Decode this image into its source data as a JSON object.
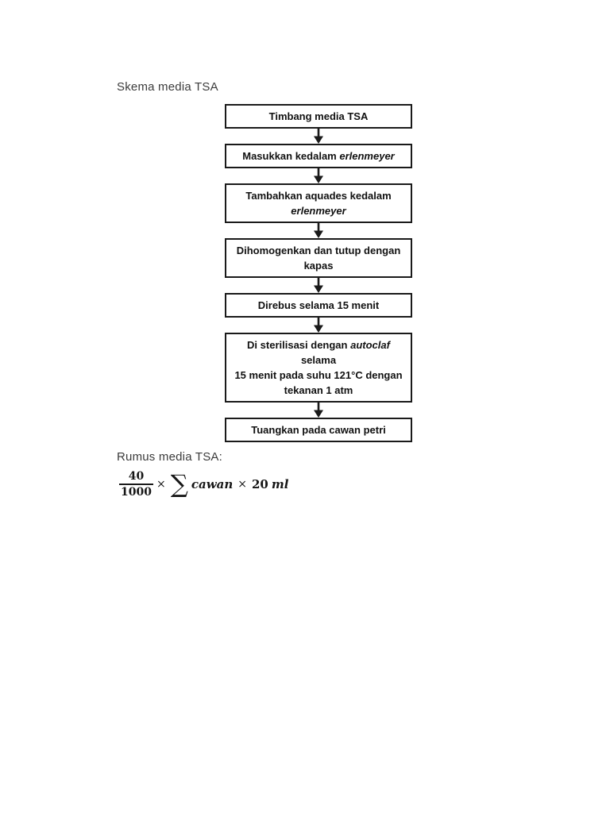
{
  "document": {
    "heading": "Skema media TSA",
    "formula_label": "Rumus media TSA:"
  },
  "flowchart": {
    "steps": [
      {
        "lines": [
          [
            {
              "text": "Timbang media TSA"
            }
          ]
        ]
      },
      {
        "lines": [
          [
            {
              "text": "Masukkan kedalam "
            },
            {
              "text": "erlenmeyer",
              "italic": true
            }
          ]
        ]
      },
      {
        "lines": [
          [
            {
              "text": "Tambahkan aquades kedalam"
            }
          ],
          [
            {
              "text": "erlenmeyer",
              "italic": true
            }
          ]
        ]
      },
      {
        "lines": [
          [
            {
              "text": "Dihomogenkan dan tutup dengan"
            }
          ],
          [
            {
              "text": "kapas"
            }
          ]
        ]
      },
      {
        "lines": [
          [
            {
              "text": "Direbus selama 15 menit"
            }
          ]
        ]
      },
      {
        "lines": [
          [
            {
              "text": "Di sterilisasi dengan "
            },
            {
              "text": "autoclaf",
              "italic": true
            },
            {
              "text": " selama"
            }
          ],
          [
            {
              "text": "15 menit pada suhu 121°C dengan"
            }
          ],
          [
            {
              "text": "tekanan 1 atm"
            }
          ]
        ]
      },
      {
        "lines": [
          [
            {
              "text": "Tuangkan pada cawan petri"
            }
          ]
        ]
      }
    ]
  },
  "formula": {
    "numerator": "40",
    "denominator": "1000",
    "times": "×",
    "sigma": "∑",
    "term": "cawan",
    "coefficient": "20",
    "unit": "ml"
  },
  "colors": {
    "text": "#161616",
    "heading_text": "#3c3c3c",
    "box_border": "#1a1a1a",
    "background": "#ffffff"
  }
}
